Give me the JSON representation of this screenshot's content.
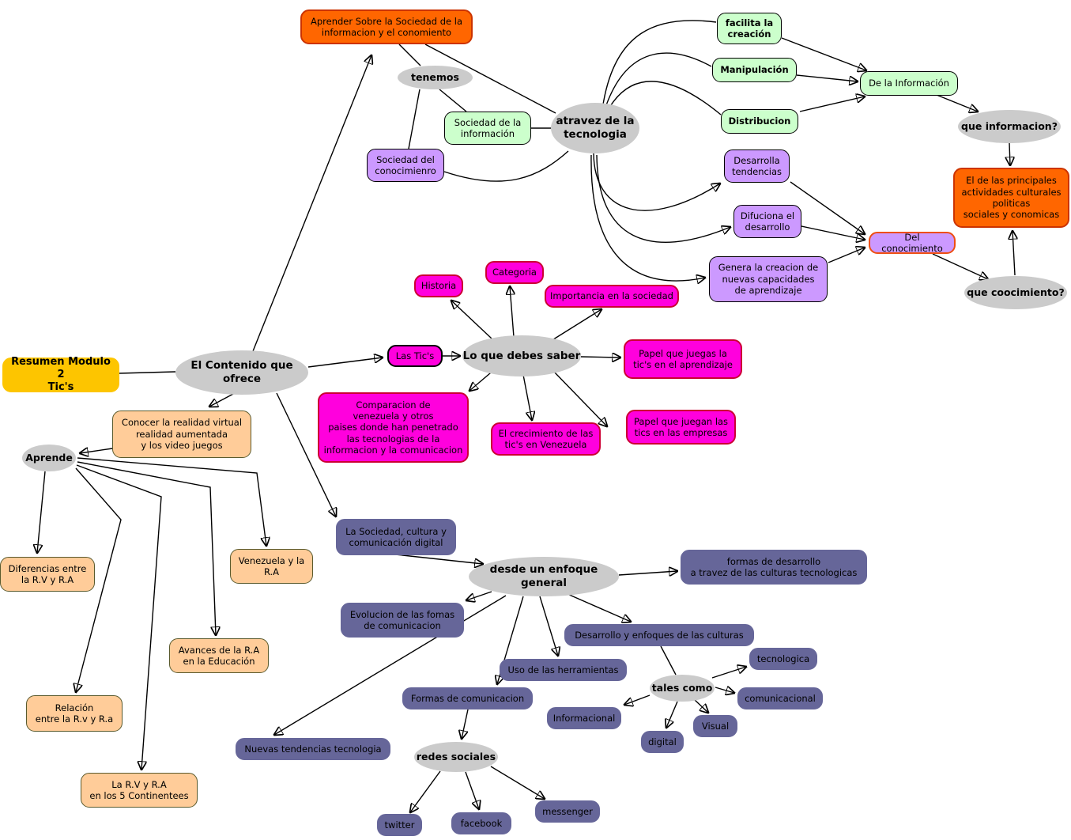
{
  "map_title": "Resumen Modulo 2 Tic's - mapa conceptual",
  "colors": {
    "node_gray": "#cbcbcb",
    "node_green": "#ccffcc",
    "node_purple": "#cc99ff",
    "node_orange": "#ff6600",
    "node_magenta": "#ff00dd",
    "node_yellow": "#fdc500",
    "node_peach": "#ffcc99",
    "node_blue": "#666699",
    "line": "#000000"
  },
  "nodes": {
    "aprender_sobre": {
      "label": "Aprender Sobre la Sociedad de la\ninformacion y el conomiento"
    },
    "tenemos": {
      "label": "tenemos"
    },
    "sociedad_informacion": {
      "label": "Sociedad de la\ninformación"
    },
    "sociedad_conocimiento": {
      "label": "Sociedad del\nconocimienro"
    },
    "atravez_tecnologia": {
      "label": "atravez de la\ntecnologia"
    },
    "facilita_creacion": {
      "label": "facilita la\ncreación"
    },
    "manipulacion": {
      "label": "Manipulación"
    },
    "distribucion": {
      "label": "Distribucion"
    },
    "de_la_informacion": {
      "label": "De la Información"
    },
    "que_informacion": {
      "label": "que informacion?"
    },
    "el_de_las_principales": {
      "label": "El de las principales\nactividades culturales\npoliticas\nsociales y conomicas"
    },
    "desarrolla_tendencias": {
      "label": "Desarrolla\ntendencias"
    },
    "difuciona_desarrollo": {
      "label": "Difuciona el\ndesarrollo"
    },
    "genera_creacion": {
      "label": "Genera la creacion de\nnuevas capacidades\nde aprendizaje"
    },
    "del_conocimiento": {
      "label": "Del conocimiento"
    },
    "que_coocimiento": {
      "label": "que coocimiento?"
    },
    "historia": {
      "label": "Historia"
    },
    "categoria": {
      "label": "Categoria"
    },
    "importancia_sociedad": {
      "label": "Importancia en la sociedad"
    },
    "las_tics": {
      "label": "Las Tic's"
    },
    "lo_que_debes_saber": {
      "label": "Lo que debes saber"
    },
    "papel_juegas": {
      "label": "Papel que juegas la\ntic's en el aprendizaje"
    },
    "comparacion": {
      "label": "Comparacion de\nvenezuela y otros\npaises donde han penetrado\nlas tecnologias de la\ninformacion y la comunicacion"
    },
    "crecimiento": {
      "label": "El crecimiento de las\ntic's en Venezuela"
    },
    "papel_juegan": {
      "label": "Papel que juegan las\ntics en las empresas"
    },
    "resumen": {
      "label": "Resumen Modulo 2\nTic's"
    },
    "el_contenido": {
      "label": "El Contenido que ofrece"
    },
    "conocer": {
      "label": "Conocer la realidad virtual\nrealidad aumentada\ny los video juegos"
    },
    "aprende": {
      "label": "Aprende"
    },
    "diferencias": {
      "label": "Diferencias entre\nla R.V y R.A"
    },
    "venezuela_ra": {
      "label": "Venezuela y la\nR.A"
    },
    "avances": {
      "label": "Avances de la R.A\nen la Educación"
    },
    "relacion": {
      "label": "Relación\nentre la R.v y R.a"
    },
    "rv_ra_continentes": {
      "label": "La R.V y R.A\nen los 5 Continentees"
    },
    "la_sociedad_cultura": {
      "label": "La Sociedad, cultura y\ncomunicación digital"
    },
    "desde_enfoque": {
      "label": "desde un enfoque general"
    },
    "formas_desarrollo": {
      "label": "formas de desarrollo\na travez de las culturas tecnologicas"
    },
    "evolucion_formas": {
      "label": "Evolucion de las fomas\nde comunicacion"
    },
    "desarrollo_enfoques": {
      "label": "Desarrollo y enfoques de las culturas"
    },
    "uso_herramientas": {
      "label": "Uso de las herramientas"
    },
    "tales_como": {
      "label": "tales como"
    },
    "tecnologica": {
      "label": "tecnologica"
    },
    "comunicacional": {
      "label": "comunicacional"
    },
    "informacional": {
      "label": "Informacional"
    },
    "visual": {
      "label": "Visual"
    },
    "digital": {
      "label": "digital"
    },
    "formas_comunicacion": {
      "label": "Formas de comunicacion"
    },
    "nuevas_tendencias": {
      "label": "Nuevas tendencias tecnologia"
    },
    "redes_sociales": {
      "label": "redes sociales"
    },
    "twitter": {
      "label": "twitter"
    },
    "facebook": {
      "label": "facebook"
    },
    "messenger": {
      "label": "messenger"
    }
  },
  "edges": [
    {
      "from": "resumen",
      "to": "el_contenido",
      "arrow": false
    },
    {
      "from": "el_contenido",
      "to": "aprender_sobre",
      "arrow": true
    },
    {
      "from": "el_contenido",
      "to": "las_tics",
      "arrow": true
    },
    {
      "from": "el_contenido",
      "to": "conocer",
      "arrow": true
    },
    {
      "from": "el_contenido",
      "to": "la_sociedad_cultura",
      "arrow": true
    },
    {
      "from": "aprender_sobre",
      "to": "tenemos",
      "arrow": false
    },
    {
      "from": "aprender_sobre",
      "to": "atravez_tecnologia",
      "arrow": false
    },
    {
      "from": "tenemos",
      "to": "sociedad_informacion",
      "arrow": false
    },
    {
      "from": "tenemos",
      "to": "sociedad_conocimiento",
      "arrow": false
    },
    {
      "from": "sociedad_informacion",
      "to": "atravez_tecnologia",
      "arrow": false
    },
    {
      "from": "sociedad_conocimiento",
      "to": "atravez_tecnologia",
      "arrow": false
    },
    {
      "from": "atravez_tecnologia",
      "to": "facilita_creacion",
      "arrow": false
    },
    {
      "from": "atravez_tecnologia",
      "to": "manipulacion",
      "arrow": false
    },
    {
      "from": "atravez_tecnologia",
      "to": "distribucion",
      "arrow": false
    },
    {
      "from": "atravez_tecnologia",
      "to": "desarrolla_tendencias",
      "arrow": true
    },
    {
      "from": "atravez_tecnologia",
      "to": "difuciona_desarrollo",
      "arrow": true
    },
    {
      "from": "atravez_tecnologia",
      "to": "genera_creacion",
      "arrow": true
    },
    {
      "from": "facilita_creacion",
      "to": "de_la_informacion",
      "arrow": true
    },
    {
      "from": "manipulacion",
      "to": "de_la_informacion",
      "arrow": true
    },
    {
      "from": "distribucion",
      "to": "de_la_informacion",
      "arrow": true
    },
    {
      "from": "de_la_informacion",
      "to": "que_informacion",
      "arrow": true
    },
    {
      "from": "que_informacion",
      "to": "el_de_las_principales",
      "arrow": true
    },
    {
      "from": "desarrolla_tendencias",
      "to": "del_conocimiento",
      "arrow": true
    },
    {
      "from": "difuciona_desarrollo",
      "to": "del_conocimiento",
      "arrow": true
    },
    {
      "from": "genera_creacion",
      "to": "del_conocimiento",
      "arrow": true
    },
    {
      "from": "del_conocimiento",
      "to": "que_coocimiento",
      "arrow": true
    },
    {
      "from": "que_coocimiento",
      "to": "el_de_las_principales",
      "arrow": true
    },
    {
      "from": "las_tics",
      "to": "lo_que_debes_saber",
      "arrow": true
    },
    {
      "from": "lo_que_debes_saber",
      "to": "historia",
      "arrow": true
    },
    {
      "from": "lo_que_debes_saber",
      "to": "categoria",
      "arrow": true
    },
    {
      "from": "lo_que_debes_saber",
      "to": "importancia_sociedad",
      "arrow": true
    },
    {
      "from": "lo_que_debes_saber",
      "to": "papel_juegas",
      "arrow": true
    },
    {
      "from": "lo_que_debes_saber",
      "to": "papel_juegan",
      "arrow": true
    },
    {
      "from": "lo_que_debes_saber",
      "to": "crecimiento",
      "arrow": true
    },
    {
      "from": "lo_que_debes_saber",
      "to": "comparacion",
      "arrow": true
    },
    {
      "from": "conocer",
      "to": "aprende",
      "arrow": true
    },
    {
      "from": "aprende",
      "to": "diferencias",
      "arrow": true
    },
    {
      "from": "aprende",
      "to": "relacion",
      "arrow": true
    },
    {
      "from": "aprende",
      "to": "rv_ra_continentes",
      "arrow": true
    },
    {
      "from": "aprende",
      "to": "avances",
      "arrow": true
    },
    {
      "from": "aprende",
      "to": "venezuela_ra",
      "arrow": true
    },
    {
      "from": "la_sociedad_cultura",
      "to": "desde_enfoque",
      "arrow": true
    },
    {
      "from": "desde_enfoque",
      "to": "formas_desarrollo",
      "arrow": true
    },
    {
      "from": "desde_enfoque",
      "to": "evolucion_formas",
      "arrow": true
    },
    {
      "from": "desde_enfoque",
      "to": "nuevas_tendencias",
      "arrow": true
    },
    {
      "from": "desde_enfoque",
      "to": "formas_comunicacion",
      "arrow": true
    },
    {
      "from": "desde_enfoque",
      "to": "uso_herramientas",
      "arrow": true
    },
    {
      "from": "desde_enfoque",
      "to": "desarrollo_enfoques",
      "arrow": true
    },
    {
      "from": "desarrollo_enfoques",
      "to": "tales_como",
      "arrow": false
    },
    {
      "from": "tales_como",
      "to": "tecnologica",
      "arrow": true
    },
    {
      "from": "tales_como",
      "to": "comunicacional",
      "arrow": true
    },
    {
      "from": "tales_como",
      "to": "visual",
      "arrow": true
    },
    {
      "from": "tales_como",
      "to": "digital",
      "arrow": true
    },
    {
      "from": "tales_como",
      "to": "informacional",
      "arrow": true
    },
    {
      "from": "formas_comunicacion",
      "to": "redes_sociales",
      "arrow": true
    },
    {
      "from": "redes_sociales",
      "to": "twitter",
      "arrow": true
    },
    {
      "from": "redes_sociales",
      "to": "facebook",
      "arrow": true
    },
    {
      "from": "redes_sociales",
      "to": "messenger",
      "arrow": true
    }
  ]
}
